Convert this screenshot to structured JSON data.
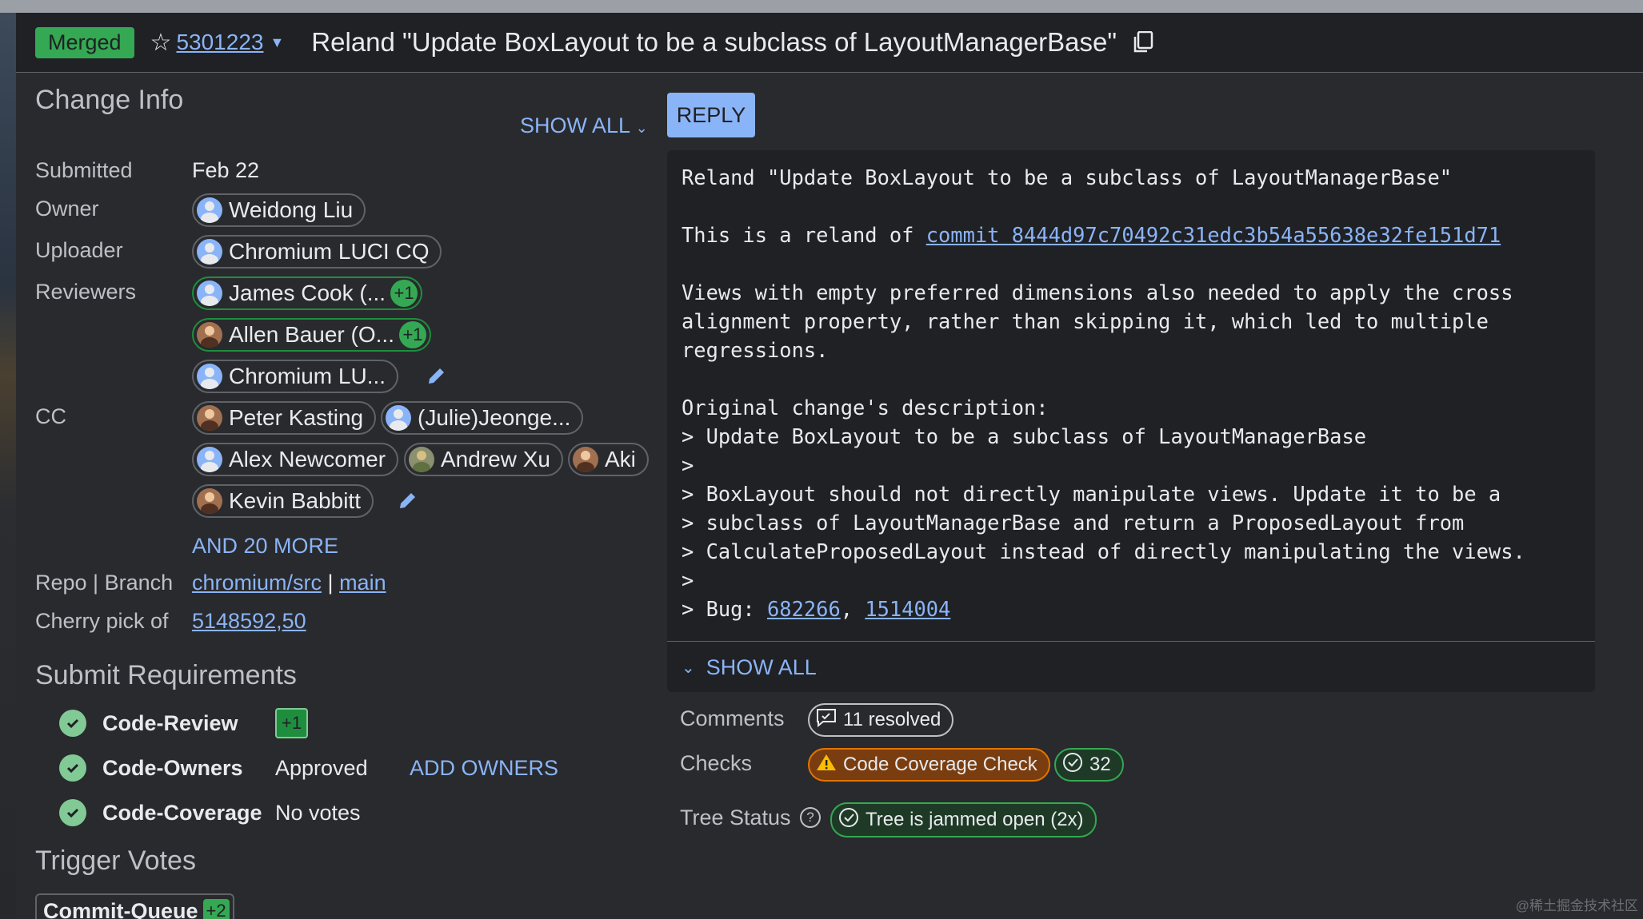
{
  "header": {
    "status": "Merged",
    "change_number": "5301223",
    "title": "Reland \"Update BoxLayout to be a subclass of LayoutManagerBase\""
  },
  "change_info": {
    "title": "Change Info",
    "show_all": "SHOW ALL",
    "submitted_label": "Submitted",
    "submitted_value": "Feb 22",
    "owner_label": "Owner",
    "owner": "Weidong Liu",
    "uploader_label": "Uploader",
    "uploader": "Chromium LUCI CQ",
    "reviewers_label": "Reviewers",
    "reviewers": [
      {
        "name": "James Cook (...",
        "vote": "+1"
      },
      {
        "name": "Allen Bauer (O...",
        "vote": "+1"
      },
      {
        "name": "Chromium LU...",
        "vote": ""
      }
    ],
    "cc_label": "CC",
    "cc": [
      "Peter Kasting",
      "(Julie)Jeonge...",
      "Alex Newcomer",
      "Andrew Xu",
      "Aki",
      "Kevin Babbitt"
    ],
    "and_more": "AND 20 MORE",
    "repo_label": "Repo | Branch",
    "repo": "chromium/src",
    "repo_sep": "|",
    "branch": "main",
    "cherry_label": "Cherry pick of",
    "cherry_value": "5148592,50"
  },
  "submit_requirements": {
    "title": "Submit Requirements",
    "items": [
      {
        "name": "Code-Review",
        "badge": "+1",
        "value": "",
        "action": ""
      },
      {
        "name": "Code-Owners",
        "badge": "",
        "value": "Approved",
        "action": "ADD OWNERS"
      },
      {
        "name": "Code-Coverage",
        "badge": "",
        "value": "No votes",
        "action": ""
      }
    ]
  },
  "trigger_votes": {
    "title": "Trigger Votes",
    "label": "Commit-Queue",
    "vote": "+2"
  },
  "reply_button": "REPLY",
  "commit_message": {
    "lines": [
      "Reland \"Update BoxLayout to be a subclass of LayoutManagerBase\"",
      "",
      "This is a reland of |commit 8444d97c70492c31edc3b54a55638e32fe151d71",
      "",
      "Views with empty preferred dimensions also needed to apply the cross",
      "alignment property, rather than skipping it, which led to multiple",
      "regressions.",
      "",
      "Original change's description:",
      "> Update BoxLayout to be a subclass of LayoutManagerBase",
      ">",
      "> BoxLayout should not directly manipulate views. Update it to be a",
      "> subclass of LayoutManagerBase and return a ProposedLayout from",
      "> CalculateProposedLayout instead of directly manipulating the views.",
      ">",
      "> Bug: |682266|, |1514004"
    ],
    "commit_link": "commit 8444d97c70492c31edc3b54a55638e32fe151d71",
    "bug_links": [
      "682266",
      "1514004"
    ],
    "show_all": "SHOW ALL"
  },
  "meta": {
    "comments_label": "Comments",
    "comments_value": "11 resolved",
    "checks_label": "Checks",
    "check_warn": "Code Coverage Check",
    "check_ok_count": "32",
    "tree_label": "Tree Status",
    "tree_value": "Tree is jammed open (2x)"
  },
  "watermark": "@稀土掘金技术社区",
  "colors": {
    "accent": "#8ab4f8",
    "success": "#34a853",
    "warning": "#e37400",
    "background": "#292a2d"
  }
}
